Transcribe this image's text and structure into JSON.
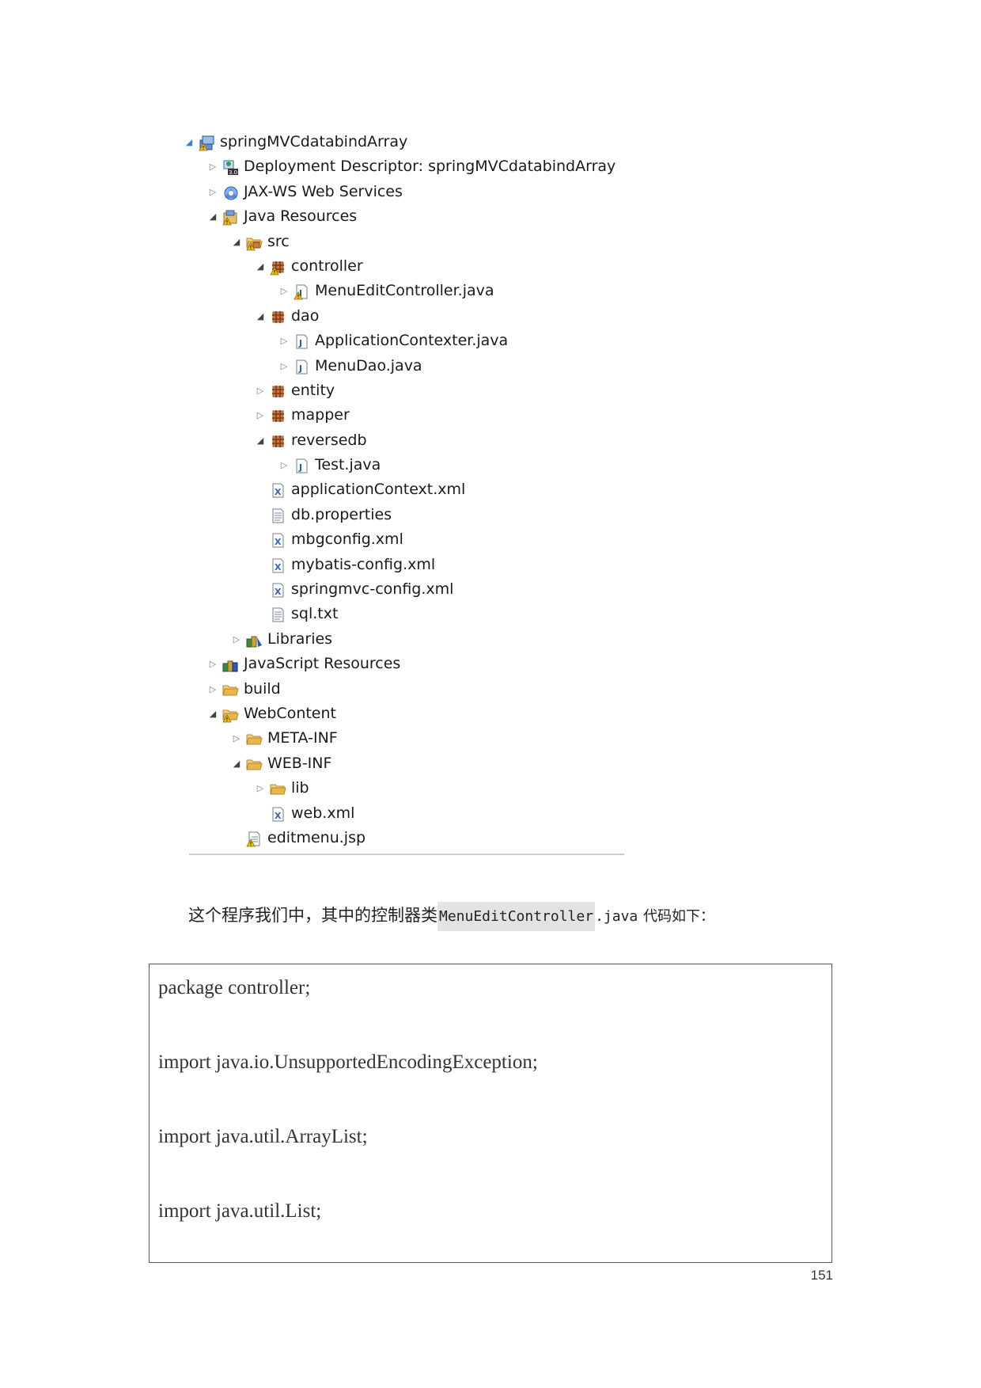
{
  "tree": [
    {
      "label": "springMVCdatabindArray",
      "level": 0,
      "arrow": "open-blue",
      "icon": "project-icon"
    },
    {
      "label": "Deployment Descriptor: springMVCdatabindArray",
      "level": 1,
      "arrow": "closed",
      "icon": "deployment-descriptor-icon",
      "badge": "3.0"
    },
    {
      "label": "JAX-WS Web Services",
      "level": 1,
      "arrow": "closed",
      "icon": "web-services-icon"
    },
    {
      "label": "Java Resources",
      "level": 1,
      "arrow": "open",
      "icon": "java-resources-icon"
    },
    {
      "label": "src",
      "level": 2,
      "arrow": "open",
      "icon": "source-folder-icon"
    },
    {
      "label": "controller",
      "level": 3,
      "arrow": "open",
      "icon": "package-warning-icon"
    },
    {
      "label": "MenuEditController.java",
      "level": 4,
      "arrow": "closed",
      "icon": "java-file-warning-icon"
    },
    {
      "label": "dao",
      "level": 3,
      "arrow": "open",
      "icon": "package-icon"
    },
    {
      "label": "ApplicationContexter.java",
      "level": 4,
      "arrow": "closed",
      "icon": "java-file-icon"
    },
    {
      "label": "MenuDao.java",
      "level": 4,
      "arrow": "closed",
      "icon": "java-file-icon"
    },
    {
      "label": "entity",
      "level": 3,
      "arrow": "closed",
      "icon": "package-icon"
    },
    {
      "label": "mapper",
      "level": 3,
      "arrow": "closed",
      "icon": "package-icon"
    },
    {
      "label": "reversedb",
      "level": 3,
      "arrow": "open",
      "icon": "package-icon"
    },
    {
      "label": "Test.java",
      "level": 4,
      "arrow": "closed",
      "icon": "java-file-icon"
    },
    {
      "label": "applicationContext.xml",
      "level": 3,
      "arrow": "none",
      "icon": "xml-file-icon"
    },
    {
      "label": "db.properties",
      "level": 3,
      "arrow": "none",
      "icon": "text-file-icon"
    },
    {
      "label": "mbgconfig.xml",
      "level": 3,
      "arrow": "none",
      "icon": "xml-file-icon"
    },
    {
      "label": "mybatis-config.xml",
      "level": 3,
      "arrow": "none",
      "icon": "xml-file-icon"
    },
    {
      "label": "springmvc-config.xml",
      "level": 3,
      "arrow": "none",
      "icon": "xml-file-icon"
    },
    {
      "label": "sql.txt",
      "level": 3,
      "arrow": "none",
      "icon": "text-file-icon"
    },
    {
      "label": "Libraries",
      "level": 2,
      "arrow": "closed",
      "icon": "libraries-icon"
    },
    {
      "label": "JavaScript Resources",
      "level": 1,
      "arrow": "closed",
      "icon": "javascript-resources-icon"
    },
    {
      "label": "build",
      "level": 1,
      "arrow": "closed",
      "icon": "folder-icon"
    },
    {
      "label": "WebContent",
      "level": 1,
      "arrow": "open",
      "icon": "folder-warning-icon"
    },
    {
      "label": "META-INF",
      "level": 2,
      "arrow": "closed",
      "icon": "folder-icon"
    },
    {
      "label": "WEB-INF",
      "level": 2,
      "arrow": "open",
      "icon": "folder-icon"
    },
    {
      "label": "lib",
      "level": 3,
      "arrow": "closed",
      "icon": "folder-icon"
    },
    {
      "label": "web.xml",
      "level": 3,
      "arrow": "none",
      "icon": "xml-file-icon"
    },
    {
      "label": "editmenu.jsp",
      "level": 2,
      "arrow": "none",
      "icon": "jsp-file-warning-icon"
    }
  ],
  "paragraph": {
    "text_before": "这个程序我们中，其中的控制器类",
    "highlighted_code": "MenuEditController",
    "code_suffix": ".java",
    "text_after": "代码如下："
  },
  "code_lines": [
    "package controller;",
    "import java.io.UnsupportedEncodingException;",
    "import java.util.ArrayList;",
    "import java.util.List;"
  ],
  "page_number": "151",
  "colors": {
    "package": "#a0522d",
    "folder": "#e8b64c",
    "java_file": "#2a5db0",
    "xml_file": "#3a64b8",
    "warning": "#f2c200",
    "divider": "#c9cbd6"
  }
}
